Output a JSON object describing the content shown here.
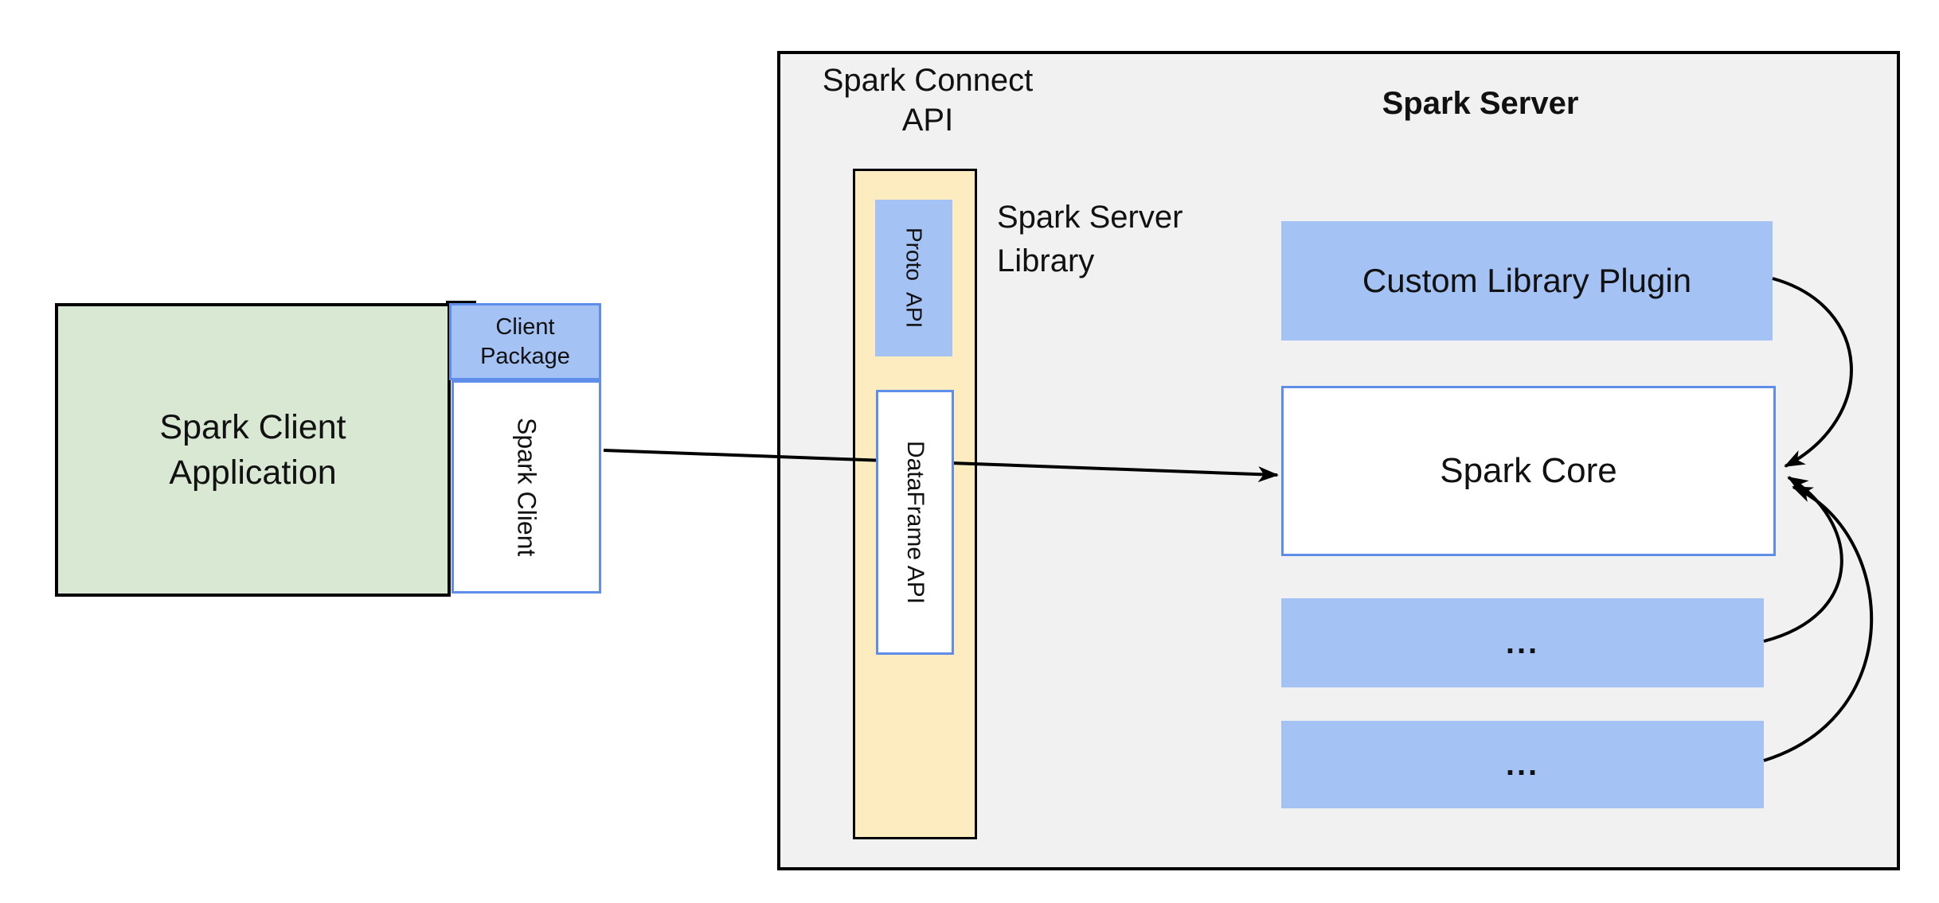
{
  "colors": {
    "background": "#ffffff",
    "panel_gray": "#f1f1f2",
    "green_fill": "#d9e8d2",
    "blue_fill": "#a4c2f4",
    "blue_border": "#5e8ee9",
    "yellow_fill": "#fcecc0",
    "line_black": "#000000"
  },
  "client": {
    "app_label_line1": "Spark Client",
    "app_label_line2": "Application",
    "package_label_line1": "Client",
    "package_label_line2": "Package",
    "client_label": "Spark Client"
  },
  "connect": {
    "title_line1": "Spark Connect",
    "title_line2": "API",
    "proto_label": "Proto API",
    "dataframe_label": "DataFrame API",
    "library_label_line1": "Spark Server",
    "library_label_line2": "Library"
  },
  "server": {
    "title": "Spark Server",
    "plugin_label": "Custom Library Plugin",
    "core_label": "Spark Core",
    "more1_label": "...",
    "more2_label": "..."
  }
}
